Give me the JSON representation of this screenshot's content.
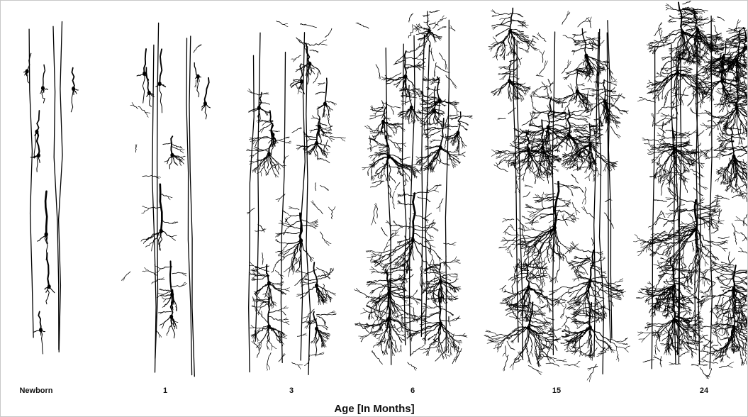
{
  "figure": {
    "stages": [
      {
        "label": "Newborn",
        "density": 0
      },
      {
        "label": "1",
        "density": 1
      },
      {
        "label": "3",
        "density": 2
      },
      {
        "label": "6",
        "density": 3
      },
      {
        "label": "15",
        "density": 4
      },
      {
        "label": "24",
        "density": 5
      }
    ],
    "axis_title": "Age [In Months]",
    "ink_color": "#000000",
    "background_color": "#ffffff"
  }
}
